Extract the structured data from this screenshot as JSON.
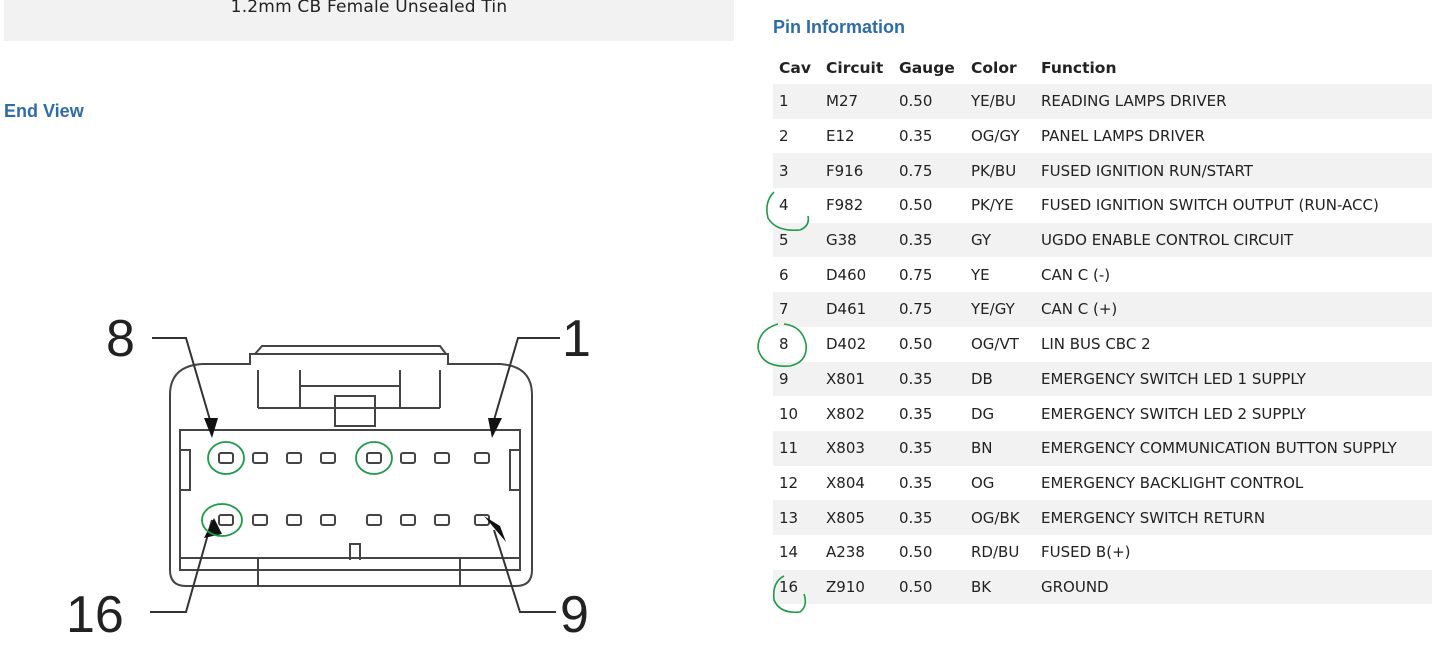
{
  "header": {
    "part_description": "1.2mm CB Female Unsealed Tin"
  },
  "end_view": {
    "title": "End View",
    "labels": {
      "top_left": "8",
      "top_right": "1",
      "bottom_left": "16",
      "bottom_right": "9"
    }
  },
  "pin_info": {
    "title": "Pin Information",
    "columns": [
      "Cav",
      "Circuit",
      "Gauge",
      "Color",
      "Function"
    ],
    "rows": [
      [
        "1",
        "M27",
        "0.50",
        "YE/BU",
        "READING LAMPS DRIVER"
      ],
      [
        "2",
        "E12",
        "0.35",
        "OG/GY",
        "PANEL LAMPS DRIVER"
      ],
      [
        "3",
        "F916",
        "0.75",
        "PK/BU",
        "FUSED IGNITION RUN/START"
      ],
      [
        "4",
        "F982",
        "0.50",
        "PK/YE",
        "FUSED IGNITION SWITCH OUTPUT (RUN-ACC)"
      ],
      [
        "5",
        "G38",
        "0.35",
        "GY",
        "UGDO ENABLE CONTROL CIRCUIT"
      ],
      [
        "6",
        "D460",
        "0.75",
        "YE",
        "CAN C (-)"
      ],
      [
        "7",
        "D461",
        "0.75",
        "YE/GY",
        "CAN C (+)"
      ],
      [
        "8",
        "D402",
        "0.50",
        "OG/VT",
        "LIN BUS CBC 2"
      ],
      [
        "9",
        "X801",
        "0.35",
        "DB",
        "EMERGENCY SWITCH LED 1 SUPPLY"
      ],
      [
        "10",
        "X802",
        "0.35",
        "DG",
        "EMERGENCY SWITCH LED 2 SUPPLY"
      ],
      [
        "11",
        "X803",
        "0.35",
        "BN",
        "EMERGENCY COMMUNICATION BUTTON SUPPLY"
      ],
      [
        "12",
        "X804",
        "0.35",
        "OG",
        "EMERGENCY BACKLIGHT CONTROL"
      ],
      [
        "13",
        "X805",
        "0.35",
        "OG/BK",
        "EMERGENCY SWITCH RETURN"
      ],
      [
        "14",
        "A238",
        "0.50",
        "RD/BU",
        "FUSED B(+)"
      ],
      [
        "16",
        "Z910",
        "0.50",
        "BK",
        "GROUND"
      ]
    ]
  },
  "colors": {
    "heading_blue": "#2e6da4",
    "annotation_green": "#1f9a4a",
    "stripe": "#f2f2f2"
  }
}
